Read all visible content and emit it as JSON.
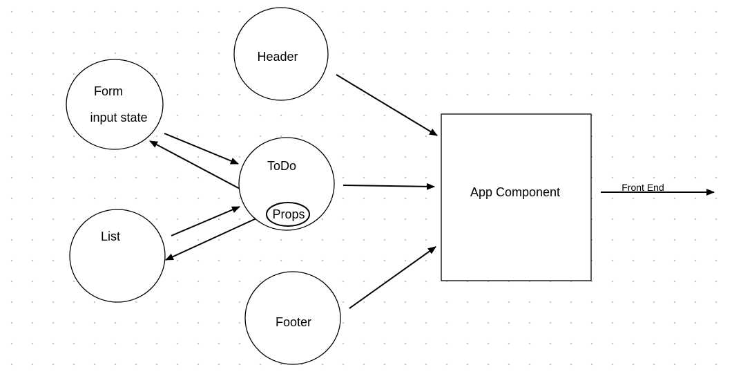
{
  "nodes": {
    "header": {
      "label": "Header"
    },
    "form": {
      "label": "Form",
      "sublabel": "input state"
    },
    "todo": {
      "label": "ToDo",
      "badge": "Props"
    },
    "list": {
      "label": "List"
    },
    "footer": {
      "label": "Footer"
    },
    "app": {
      "label": "App Component"
    }
  },
  "edges": {
    "front_end": {
      "label": "Front End"
    }
  },
  "colors": {
    "stroke": "#000000",
    "background": "#ffffff",
    "grid_dot": "#c6c6c6"
  }
}
